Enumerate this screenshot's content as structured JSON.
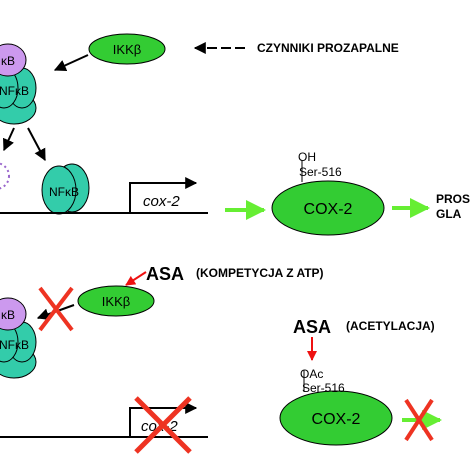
{
  "top_panel": {
    "ikk_label": "IKKβ",
    "nfkb_label": "NFκB",
    "ikb_label": "κB",
    "nfkb_nucleus_label": "NFκB",
    "gene_label": "cox-2",
    "stimulus_label": "CZYNNIKI PROZAPALNE",
    "cox_label": "COX-2",
    "residue_group": "OH",
    "residue_label": "Ser-516",
    "product_line1": "PROS",
    "product_line2": "GLA"
  },
  "bottom_panel": {
    "asa_label_1": "ASA",
    "asa_mechanism_1": "(KOMPETYCJA Z ATP)",
    "ikk_label": "IKKβ",
    "ikb_label": "κB",
    "nfkb_label": "NFκB",
    "gene_label": "cox-2",
    "asa_label_2": "ASA",
    "asa_mechanism_2": "(ACETYLACJA)",
    "residue_group": "OAc",
    "residue_label": "Ser-516",
    "cox_label": "COX-2"
  },
  "colors": {
    "green_fill": "#33cc33",
    "teal_fill": "#33ccaa",
    "violet_fill": "#cc99ee",
    "arrow_green": "#66ee33",
    "asa_red": "#ee1111",
    "inhibit_red": "#ee3322"
  }
}
